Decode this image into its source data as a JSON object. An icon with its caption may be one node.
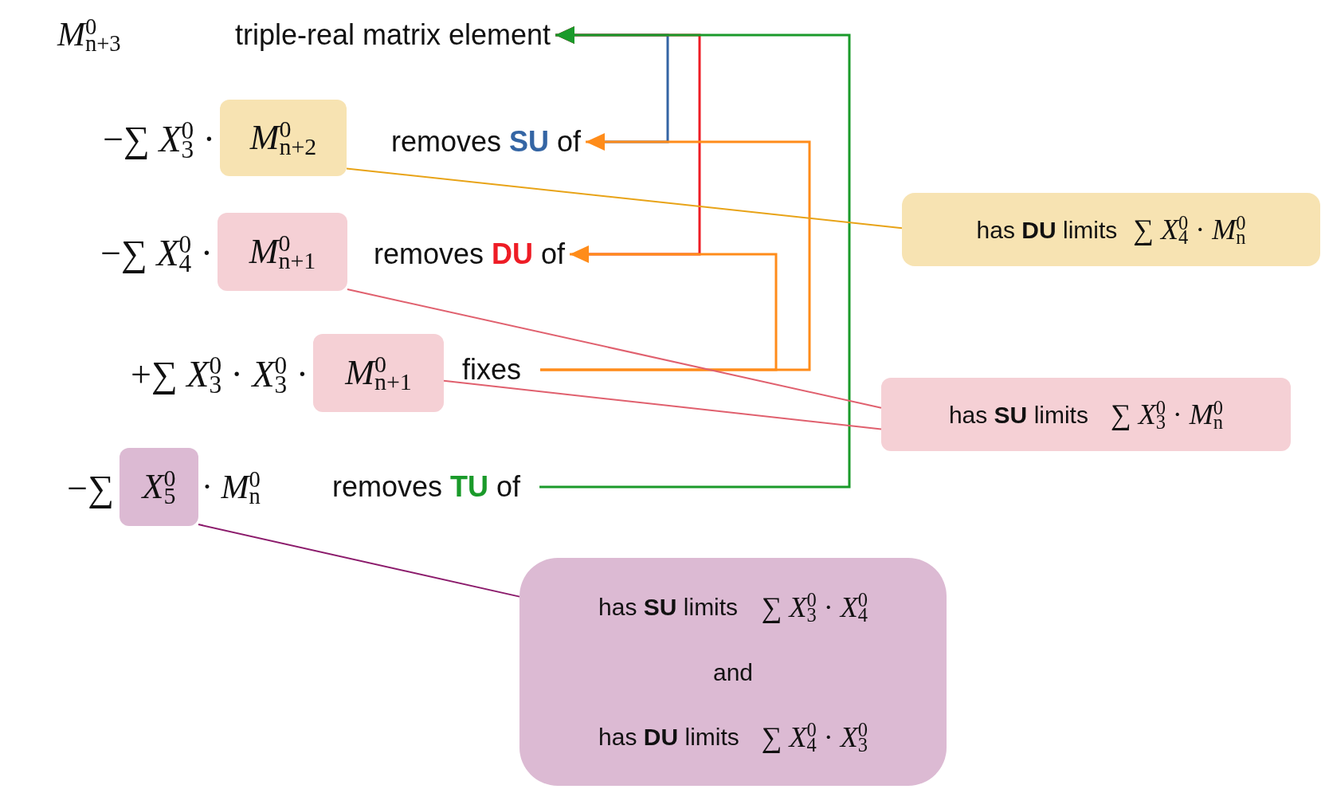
{
  "diagram": {
    "nodes": [
      {
        "text": [
          "triple-real matrix element"
        ]
      },
      {
        "text": [
          "removes **SU** of"
        ]
      },
      {
        "text": [
          "*M*$^{0}$$_{n+2}$"
        ]
      },
      {
        "text": [
          "removes **DU** of"
        ]
      },
      {
        "text": [
          "*M*$^{0}$$_{n+1}$"
        ]
      },
      {
        "text": [
          "*M*$^{0}$$_{n+1}$"
        ]
      },
      {
        "text": [
          "fixes"
        ]
      },
      {
        "text": [
          "*X*$^{0}$$_{5}$"
        ]
      },
      {
        "text": [
          "removes **TU** of"
        ]
      },
      {
        "text": [
          "has **DU** limits",
          "∑ *X*$^{0}$$_{4}$ · *M*$^{0}$$_{n}$"
        ]
      },
      {
        "text": [
          "has **SU** limits",
          "∑ *X*$^{0}$$_{3}$ · *M*$^{0}$$_{n}$"
        ]
      },
      {
        "text": [
          "has **SU** limits",
          "∑ *X*$^{0}$$_{3}$ · *X*$^{0}$$_{4}$",
          "and",
          "has **DU** limits",
          "∑ *X*$^{0}$$_{4}$ · *X*$^{0}$$_{3}$"
        ]
      }
    ],
    "edges": [
      {
        "from": 1,
        "to": 0,
        "arrow": "to",
        "color": "#3465a4"
      },
      {
        "from": 3,
        "to": 0,
        "arrow": "to",
        "color": "#ee1c25"
      },
      {
        "from": 8,
        "to": 0,
        "arrow": "to",
        "color": "#1a9a2a"
      },
      {
        "from": 6,
        "to": 1,
        "arrow": "to",
        "color": "#ff8c1a"
      },
      {
        "from": 6,
        "to": 3,
        "arrow": "to",
        "color": "#ff8c1a"
      },
      {
        "from": 2,
        "to": 9,
        "arrow": "none",
        "color": "#e8a317"
      },
      {
        "from": 4,
        "to": 10,
        "arrow": "none",
        "color": "#e0606e"
      },
      {
        "from": 5,
        "to": 10,
        "arrow": "none",
        "color": "#e0606e"
      },
      {
        "from": 7,
        "to": 11,
        "arrow": "none",
        "color": "#8b1a6b"
      }
    ],
    "labels": [
      "*M*$^{0}$$_{n+3}$",
      "−∑ *X*$^{0}$$_{3}$ ·",
      "−∑ *X*$^{0}$$_{4}$ ·",
      "+∑ *X*$^{0}$$_{3}$ · *X*$^{0}$$_{3}$ ·",
      "−∑",
      "· *M*$^{0}$$_{n}$"
    ]
  }
}
